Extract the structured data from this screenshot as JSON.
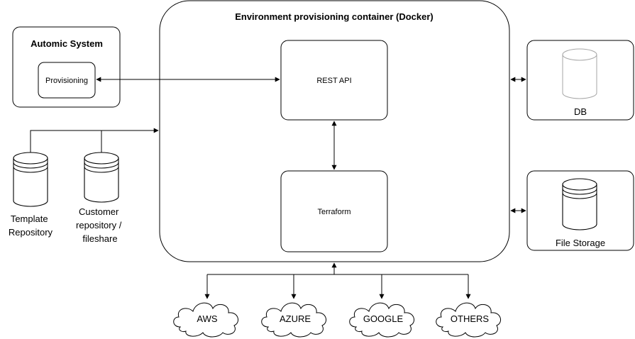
{
  "container_title": "Environment provisioning container (Docker)",
  "automic": {
    "title": "Automic System",
    "inner_label": "Provisioning"
  },
  "rest_api_label": "REST API",
  "terraform_label": "Terraform",
  "db_label": "DB",
  "file_storage_label": "File Storage",
  "template_repo_lines": [
    "Template",
    "Repository"
  ],
  "customer_repo_lines": [
    "Customer",
    "repository /",
    "fileshare"
  ],
  "clouds": [
    "AWS",
    "AZURE",
    "GOOGLE",
    "OTHERS"
  ]
}
